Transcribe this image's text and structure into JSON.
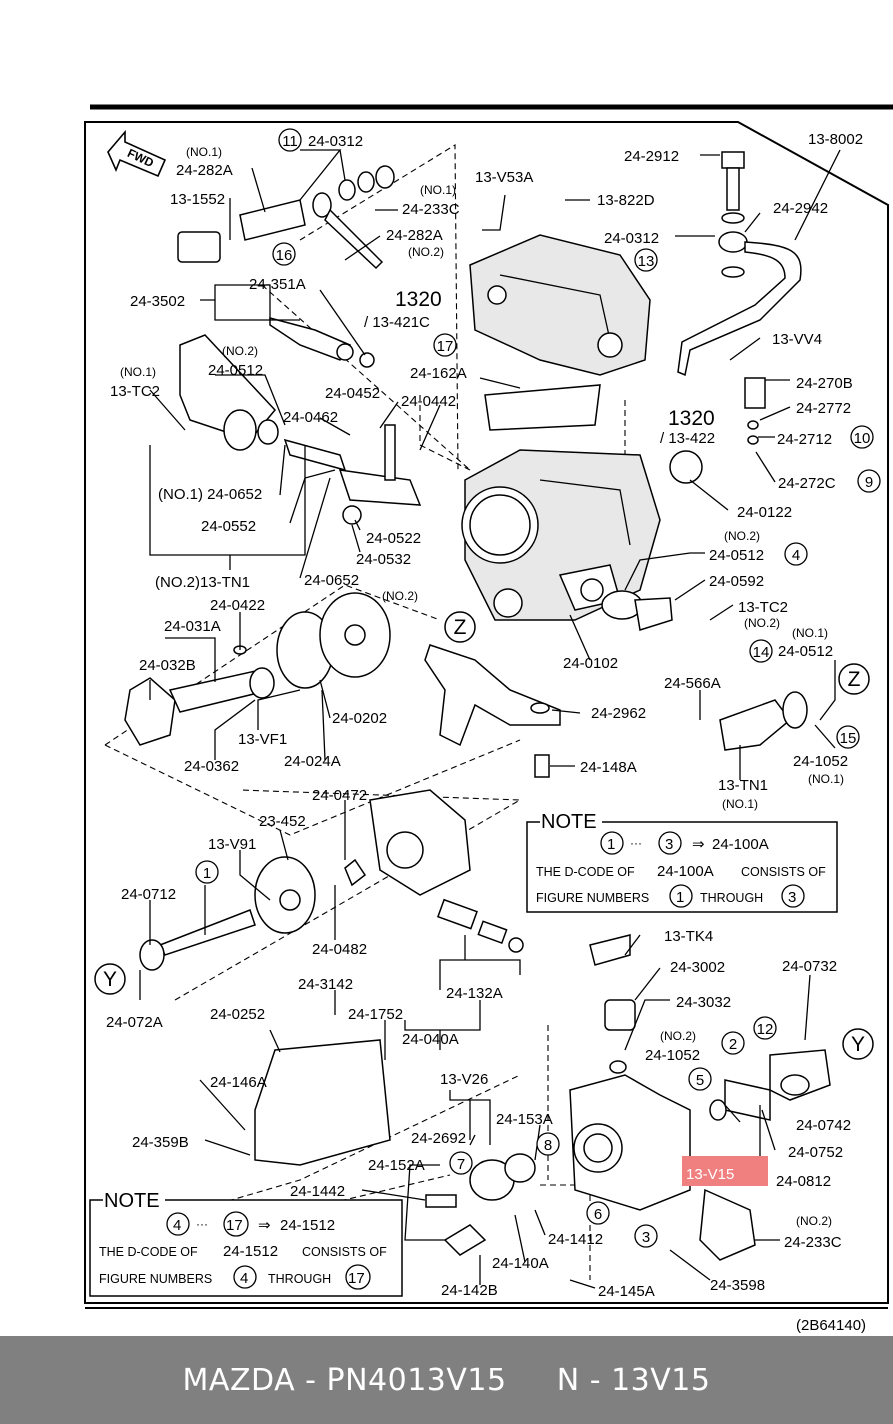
{
  "diagram": {
    "diagram_code": "(2B64140)",
    "fwd_label": "FWD",
    "highlight_label": "13-V15",
    "highlight_color": "#f08080",
    "part_labels": [
      {
        "text": "24-0312"
      },
      {
        "text": "(NO.1)"
      },
      {
        "text": "24-282A"
      },
      {
        "text": "13-1552"
      },
      {
        "text": "24-233C"
      },
      {
        "text": "(NO.1)"
      },
      {
        "text": "24-282A"
      },
      {
        "text": "(NO.2)"
      },
      {
        "text": "13-V53A"
      },
      {
        "text": "13-822D"
      },
      {
        "text": "24-2912"
      },
      {
        "text": "13-8002"
      },
      {
        "text": "24-2942"
      },
      {
        "text": "24-0312"
      },
      {
        "text": "24-3502"
      },
      {
        "text": "24-351A"
      },
      {
        "text": "1320"
      },
      {
        "text": "/ 13-421C"
      },
      {
        "text": "13-VV4"
      },
      {
        "text": "(NO.2)"
      },
      {
        "text": "24-0512"
      },
      {
        "text": "(NO.1)"
      },
      {
        "text": "13-TC2"
      },
      {
        "text": "24-0452"
      },
      {
        "text": "24-0442"
      },
      {
        "text": "24-162A"
      },
      {
        "text": "24-270B"
      },
      {
        "text": "24-2772"
      },
      {
        "text": "1320"
      },
      {
        "text": "/ 13-422"
      },
      {
        "text": "24-2712"
      },
      {
        "text": "24-0462"
      },
      {
        "text": "(NO.1) 24-0652"
      },
      {
        "text": "24-272C"
      },
      {
        "text": "24-0122"
      },
      {
        "text": "24-0552"
      },
      {
        "text": "24-0522"
      },
      {
        "text": "24-0532"
      },
      {
        "text": "(NO.2)"
      },
      {
        "text": "24-0512"
      },
      {
        "text": "(NO.2)13-TN1"
      },
      {
        "text": "24-0652"
      },
      {
        "text": "24-0592"
      },
      {
        "text": "24-0422"
      },
      {
        "text": "(NO.2)"
      },
      {
        "text": "13-TC2"
      },
      {
        "text": "(NO.2)"
      },
      {
        "text": "24-031A"
      },
      {
        "text": "(NO.1)"
      },
      {
        "text": "24-0512"
      },
      {
        "text": "24-032B"
      },
      {
        "text": "24-0102"
      },
      {
        "text": "24-566A"
      },
      {
        "text": "13-VF1"
      },
      {
        "text": "24-0202"
      },
      {
        "text": "24-2962"
      },
      {
        "text": "24-1052"
      },
      {
        "text": "(NO.1)"
      },
      {
        "text": "24-0362"
      },
      {
        "text": "24-024A"
      },
      {
        "text": "24-148A"
      },
      {
        "text": "13-TN1"
      },
      {
        "text": "(NO.1)"
      },
      {
        "text": "24-0472"
      },
      {
        "text": "23-452"
      },
      {
        "text": "13-V91"
      },
      {
        "text": "24-0712"
      },
      {
        "text": "24-0482"
      },
      {
        "text": "13-TK4"
      },
      {
        "text": "24-3002"
      },
      {
        "text": "24-0732"
      },
      {
        "text": "24-072A"
      },
      {
        "text": "24-3142"
      },
      {
        "text": "24-132A"
      },
      {
        "text": "24-3032"
      },
      {
        "text": "24-0252"
      },
      {
        "text": "24-1752"
      },
      {
        "text": "24-040A"
      },
      {
        "text": "(NO.2)"
      },
      {
        "text": "24-1052"
      },
      {
        "text": "13-V26"
      },
      {
        "text": "24-146A"
      },
      {
        "text": "24-153A"
      },
      {
        "text": "24-0742"
      },
      {
        "text": "24-2692"
      },
      {
        "text": "24-359B"
      },
      {
        "text": "24-152A"
      },
      {
        "text": "24-0752"
      },
      {
        "text": "24-0812"
      },
      {
        "text": "24-1442"
      },
      {
        "text": "24-1412"
      },
      {
        "text": "(NO.2)"
      },
      {
        "text": "24-233C"
      },
      {
        "text": "24-140A"
      },
      {
        "text": "24-3598"
      },
      {
        "text": "24-142B"
      },
      {
        "text": "24-145A"
      }
    ],
    "circled_numbers": [
      {
        "text": "11"
      },
      {
        "text": "16"
      },
      {
        "text": "13"
      },
      {
        "text": "17"
      },
      {
        "text": "10"
      },
      {
        "text": "9"
      },
      {
        "text": "4"
      },
      {
        "text": "14"
      },
      {
        "text": "15"
      },
      {
        "text": "1"
      },
      {
        "text": "12"
      },
      {
        "text": "2"
      },
      {
        "text": "5"
      },
      {
        "text": "8"
      },
      {
        "text": "7"
      },
      {
        "text": "6"
      },
      {
        "text": "3"
      }
    ],
    "reference_letters": [
      {
        "text": "Z"
      },
      {
        "text": "Z"
      },
      {
        "text": "Y"
      },
      {
        "text": "Y"
      }
    ],
    "note_1": {
      "title": "NOTE",
      "from": "1",
      "to": "3",
      "code": "24-100A",
      "line2_a": "THE D-CODE OF",
      "line2_code": "24-100A",
      "line2_b": "CONSISTS OF",
      "line3_a": "FIGURE NUMBERS",
      "line3_from": "1",
      "line3_mid": "THROUGH",
      "line3_to": "3"
    },
    "note_2": {
      "title": "NOTE",
      "from": "4",
      "to": "17",
      "code": "24-1512",
      "line2_a": "THE D-CODE OF",
      "line2_code": "24-1512",
      "line2_b": "CONSISTS OF",
      "line3_a": "FIGURE NUMBERS",
      "line3_from": "4",
      "line3_mid": "THROUGH",
      "line3_to": "17"
    }
  },
  "footer": {
    "text": "MAZDA - PN4013V15     N - 13V15",
    "background": "#808080"
  }
}
